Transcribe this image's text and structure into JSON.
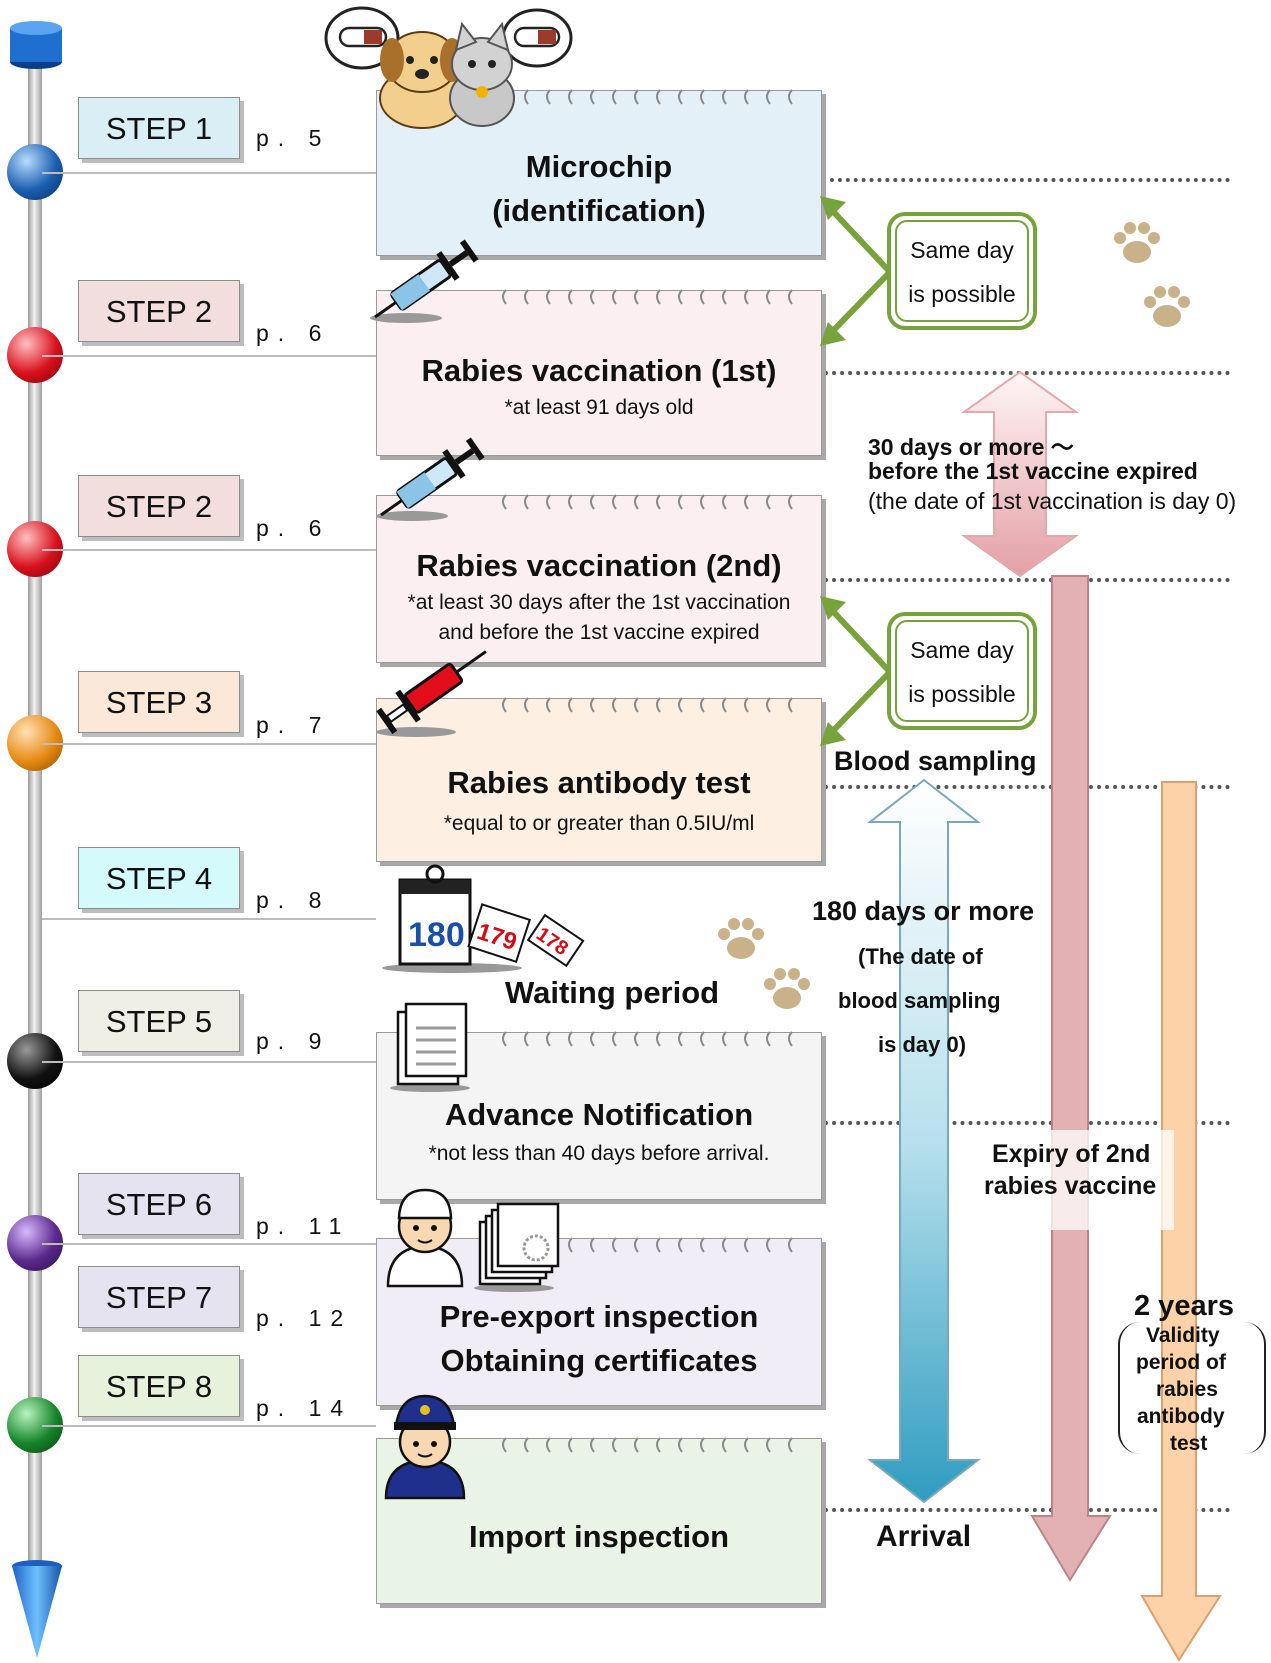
{
  "steps": [
    {
      "label": "STEP 1",
      "page": "p. 5",
      "color": "#d9eef5"
    },
    {
      "label": "STEP 2",
      "page": "p. 6",
      "color": "#f3dede"
    },
    {
      "label": "STEP 2",
      "page": "p. 6",
      "color": "#f3dede"
    },
    {
      "label": "STEP 3",
      "page": "p. 7",
      "color": "#fbe8d9"
    },
    {
      "label": "STEP 4",
      "page": "p. 8",
      "color": "#d4fafc"
    },
    {
      "label": "STEP 5",
      "page": "p. 9",
      "color": "#efefe6"
    },
    {
      "label": "STEP 6",
      "page": "p. 11",
      "color": "#e6e3f1"
    },
    {
      "label": "STEP 7",
      "page": "p. 12",
      "color": "#e6e3f1"
    },
    {
      "label": "STEP 8",
      "page": "p. 14",
      "color": "#e6f2dc"
    }
  ],
  "cards": {
    "microchip": {
      "title1": "Microchip",
      "title2": "(identification)",
      "bg": "#e3f0f8"
    },
    "vac1": {
      "title": "Rabies vaccination (1st)",
      "note": "*at least 91 days old",
      "bg": "#fbeff2"
    },
    "vac2": {
      "title": "Rabies vaccination (2nd)",
      "note1": "*at least 30 days after the 1st vaccination",
      "note2": "and before the 1st vaccine expired",
      "bg": "#fbeff2"
    },
    "antibody": {
      "title": "Rabies antibody test",
      "note": "*equal to or greater than 0.5IU/ml",
      "bg": "#fdf0e3"
    },
    "waiting": {
      "title": "Waiting period"
    },
    "notification": {
      "title": "Advance Notification",
      "note": "*not less than 40 days before arrival.",
      "bg": "#f4f4f4"
    },
    "preexport": {
      "title1": "Pre-export inspection",
      "title2": "Obtaining certificates",
      "bg": "#f1edf6"
    },
    "import": {
      "title": "Import inspection",
      "bg": "#eaf4e6"
    }
  },
  "same_day_1": {
    "line1": "Same  day",
    "line2": "is possible"
  },
  "same_day_2": {
    "line1": "Same day",
    "line2": "is possible"
  },
  "interval_30": {
    "line1": "30 days or more  ～",
    "line2": "before the 1st vaccine expired",
    "line3": "(the date of 1st vaccination is day 0)"
  },
  "blood_sampling": "Blood sampling",
  "interval_180": {
    "line1": "180 days or more",
    "line2": "(The date of",
    "line3": "blood sampling",
    "line4": "is day 0)"
  },
  "expiry": {
    "line1": "Expiry of 2nd",
    "line2": "rabies vaccine"
  },
  "validity": {
    "line1": "2 years",
    "line2": "Validity",
    "line3": "period of",
    "line4": "rabies",
    "line5": "antibody",
    "line6": "test"
  },
  "arrival": "Arrival",
  "calendar": {
    "day1": "180",
    "day2": "179",
    "day3": "178"
  },
  "colors": {
    "bead_step1": "#1b5fb0",
    "bead_step2": "#d9111e",
    "bead_step3": "#e88a14",
    "bead_step5": "#111111",
    "bead_step6": "#5a2a8c",
    "bead_step8": "#17852a",
    "green_arrow": "#77a23c",
    "pink_arrow": "#e3a9ad",
    "orange_arrow": "#fbc89a",
    "blue_arrow": "#3aa6c4"
  },
  "icons": [
    "dog-cat-icon",
    "syringe-icon",
    "blood-syringe-icon",
    "calendar-icon",
    "document-icon",
    "inspector-icon",
    "certificate-stack-icon",
    "quarantine-officer-icon",
    "paw-print-icon"
  ]
}
